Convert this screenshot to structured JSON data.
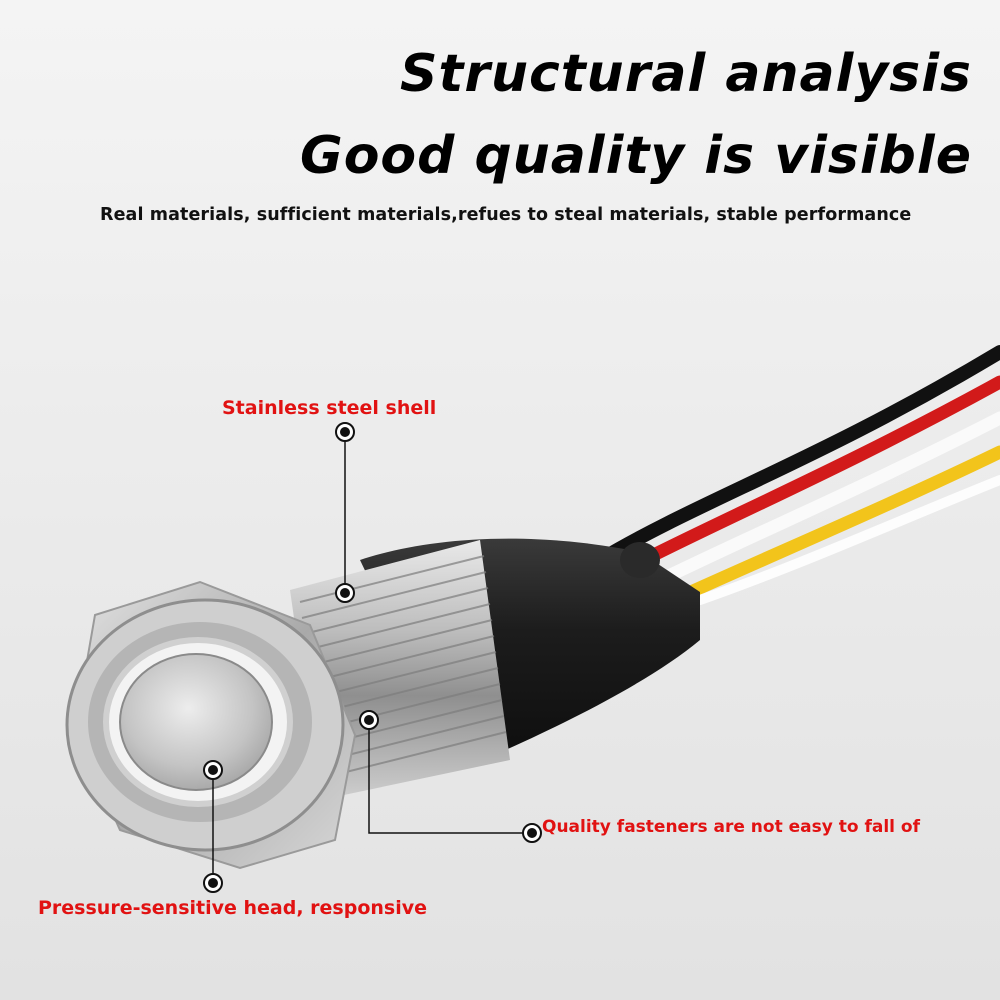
{
  "header": {
    "title_line1": "Structural analysis",
    "title_line2": "Good quality is visible",
    "subtitle": "Real materials, sufficient materials,refues to steal materials, stable performance"
  },
  "callouts": {
    "shell": "Stainless steel shell",
    "fasteners": "Quality fasteners are not easy to fall of",
    "head": "Pressure-sensitive head, responsive"
  },
  "colors": {
    "background": "#eeeeee",
    "headline": "#000000",
    "callout_text": "#e11212",
    "steel": "#b9b9b9",
    "boot": "#1e1e1e"
  },
  "wires": [
    "black",
    "red",
    "white",
    "yellow"
  ]
}
